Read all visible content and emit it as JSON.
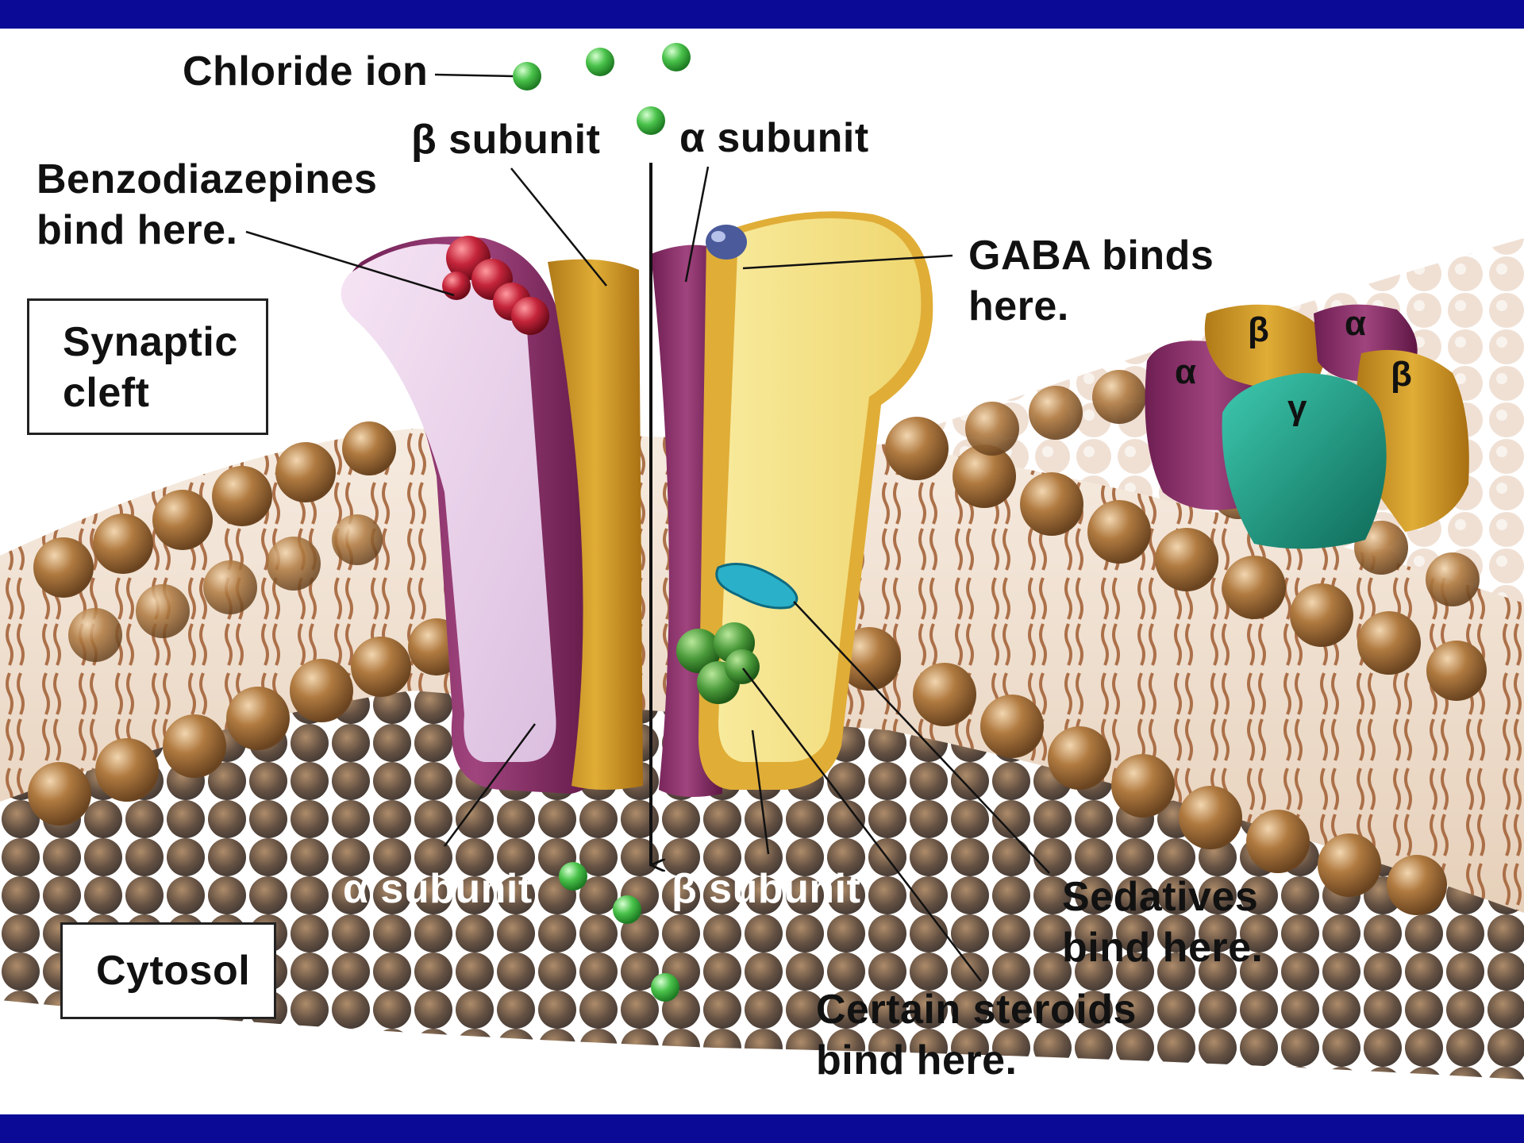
{
  "colors": {
    "frame": "#0a0a96",
    "alpha_subunit": "#8e2f6e",
    "beta_subunit": "#d9a72a",
    "gamma_subunit": "#16917a",
    "pale_subunit": "#ecd2ea",
    "yellow_subunit": "#f4e38c",
    "lipid_head": "#a8743c",
    "membrane": "#f1e1d0",
    "chloride_ion": "#49c24a",
    "benzodiazepine_site": "#c4243a",
    "gaba_site": "#4a5a9a",
    "sedative_site": "#2ab0c8",
    "steroid_site": "#4a9a3a"
  },
  "labels": {
    "chloride_ion": "Chloride ion",
    "beta_subunit_top": "β subunit",
    "alpha_subunit_top": "α subunit",
    "benzodiazepines": "Benzodiazepines\nbind here.",
    "gaba": "GABA binds\nhere.",
    "synaptic_cleft": "Synaptic\ncleft",
    "alpha_subunit_bottom": "α subunit",
    "beta_subunit_bottom": "β subunit",
    "sedatives": "Sedatives\nbind here.",
    "steroids": "Certain steroids\nbind here.",
    "cytosol": "Cytosol"
  },
  "inset_subunits": {
    "alpha_left": "α",
    "beta_top": "β",
    "alpha_top": "α",
    "beta_right": "β",
    "gamma": "γ"
  }
}
